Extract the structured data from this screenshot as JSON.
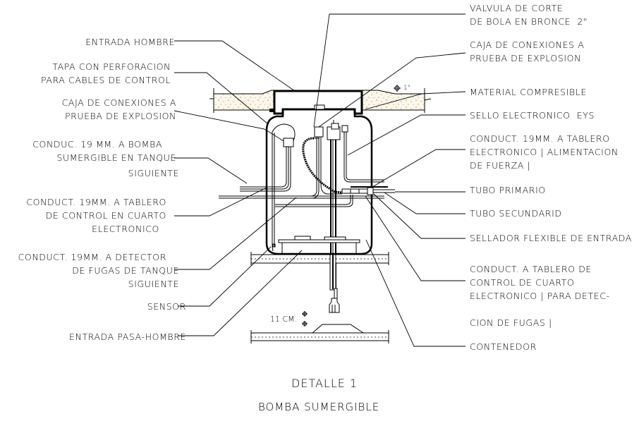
{
  "drawing": {
    "title": "DETALLE 1",
    "subtitle": "BOMBA SUMERGIBLE",
    "dimension_text": "11 CM.",
    "slope_text": "1°",
    "colors": {
      "line": "#000000",
      "fill_material": "#e8dfc2",
      "dots": "#b07a1a",
      "background": "#ffffff"
    }
  },
  "left_labels": [
    {
      "id": "entrada-hombre",
      "lines": [
        "ENTRADA HOMBRE"
      ]
    },
    {
      "id": "tapa-perforacion",
      "lines": [
        "TAPA CON PERFORACION",
        "PARA CABLES DE CONTROL"
      ]
    },
    {
      "id": "caja-conexiones-left",
      "lines": [
        "CAJA DE CONEXIONES A",
        "PRUEBA DE EXPLOSION"
      ]
    },
    {
      "id": "conduc-bomba",
      "lines": [
        "CONDUC. 19 MM. A BOMBA",
        "SUMERGIBLE EN TANQUE",
        "SIGUIENTE"
      ]
    },
    {
      "id": "conduct-tablero-control",
      "lines": [
        "CONDUCT. 19MM. A TABLERO",
        "DE CONTROL EN CUARTO",
        "ELECTRONICO"
      ]
    },
    {
      "id": "conduct-detector",
      "lines": [
        "CONDUCT. 19MM. A DETECTOR",
        "DE FUGAS DE TANQUE",
        "SIGUIENTE"
      ]
    },
    {
      "id": "sensor",
      "lines": [
        "SENSOR"
      ]
    },
    {
      "id": "entrada-pasa-hombre",
      "lines": [
        "ENTRADA PASA-HOMBRE"
      ]
    }
  ],
  "right_labels": [
    {
      "id": "valvula",
      "lines": [
        "VALVULA DE CORTE",
        "DE BOLA EN BRONCE  2\""
      ]
    },
    {
      "id": "caja-conexiones-right",
      "lines": [
        "CAJA DE CONEXIONES A",
        "PRUEBA DE EXPLOSION"
      ]
    },
    {
      "id": "material-compresible",
      "lines": [
        "MATERIAL COMPRESIBLE"
      ]
    },
    {
      "id": "sello-electronico",
      "lines": [
        "SELLO ELECTRONICO  EYS"
      ]
    },
    {
      "id": "conduct-alimentacion",
      "lines": [
        "CONDUCT. 19MM. A TABLERO",
        "ELECTRONICO | ALIMENTACION",
        "DE FUERZA |"
      ]
    },
    {
      "id": "tubo-primario",
      "lines": [
        "TUBO PRIMARIO"
      ]
    },
    {
      "id": "tubo-secundario",
      "lines": [
        "TUBO SECUNDARID"
      ]
    },
    {
      "id": "sellador-flexible",
      "lines": [
        "SELLADOR FLEXIBLE DE ENTRADA"
      ]
    },
    {
      "id": "conduct-fugas",
      "lines": [
        "CONDUCT. A TABLERO DE",
        "CONTROL DE CUARTO",
        "ELECTRONICO | PARA DETEC-",
        "",
        "CION DE FUGAS |"
      ]
    },
    {
      "id": "contenedor",
      "lines": [
        "CONTENEDOR"
      ]
    }
  ]
}
